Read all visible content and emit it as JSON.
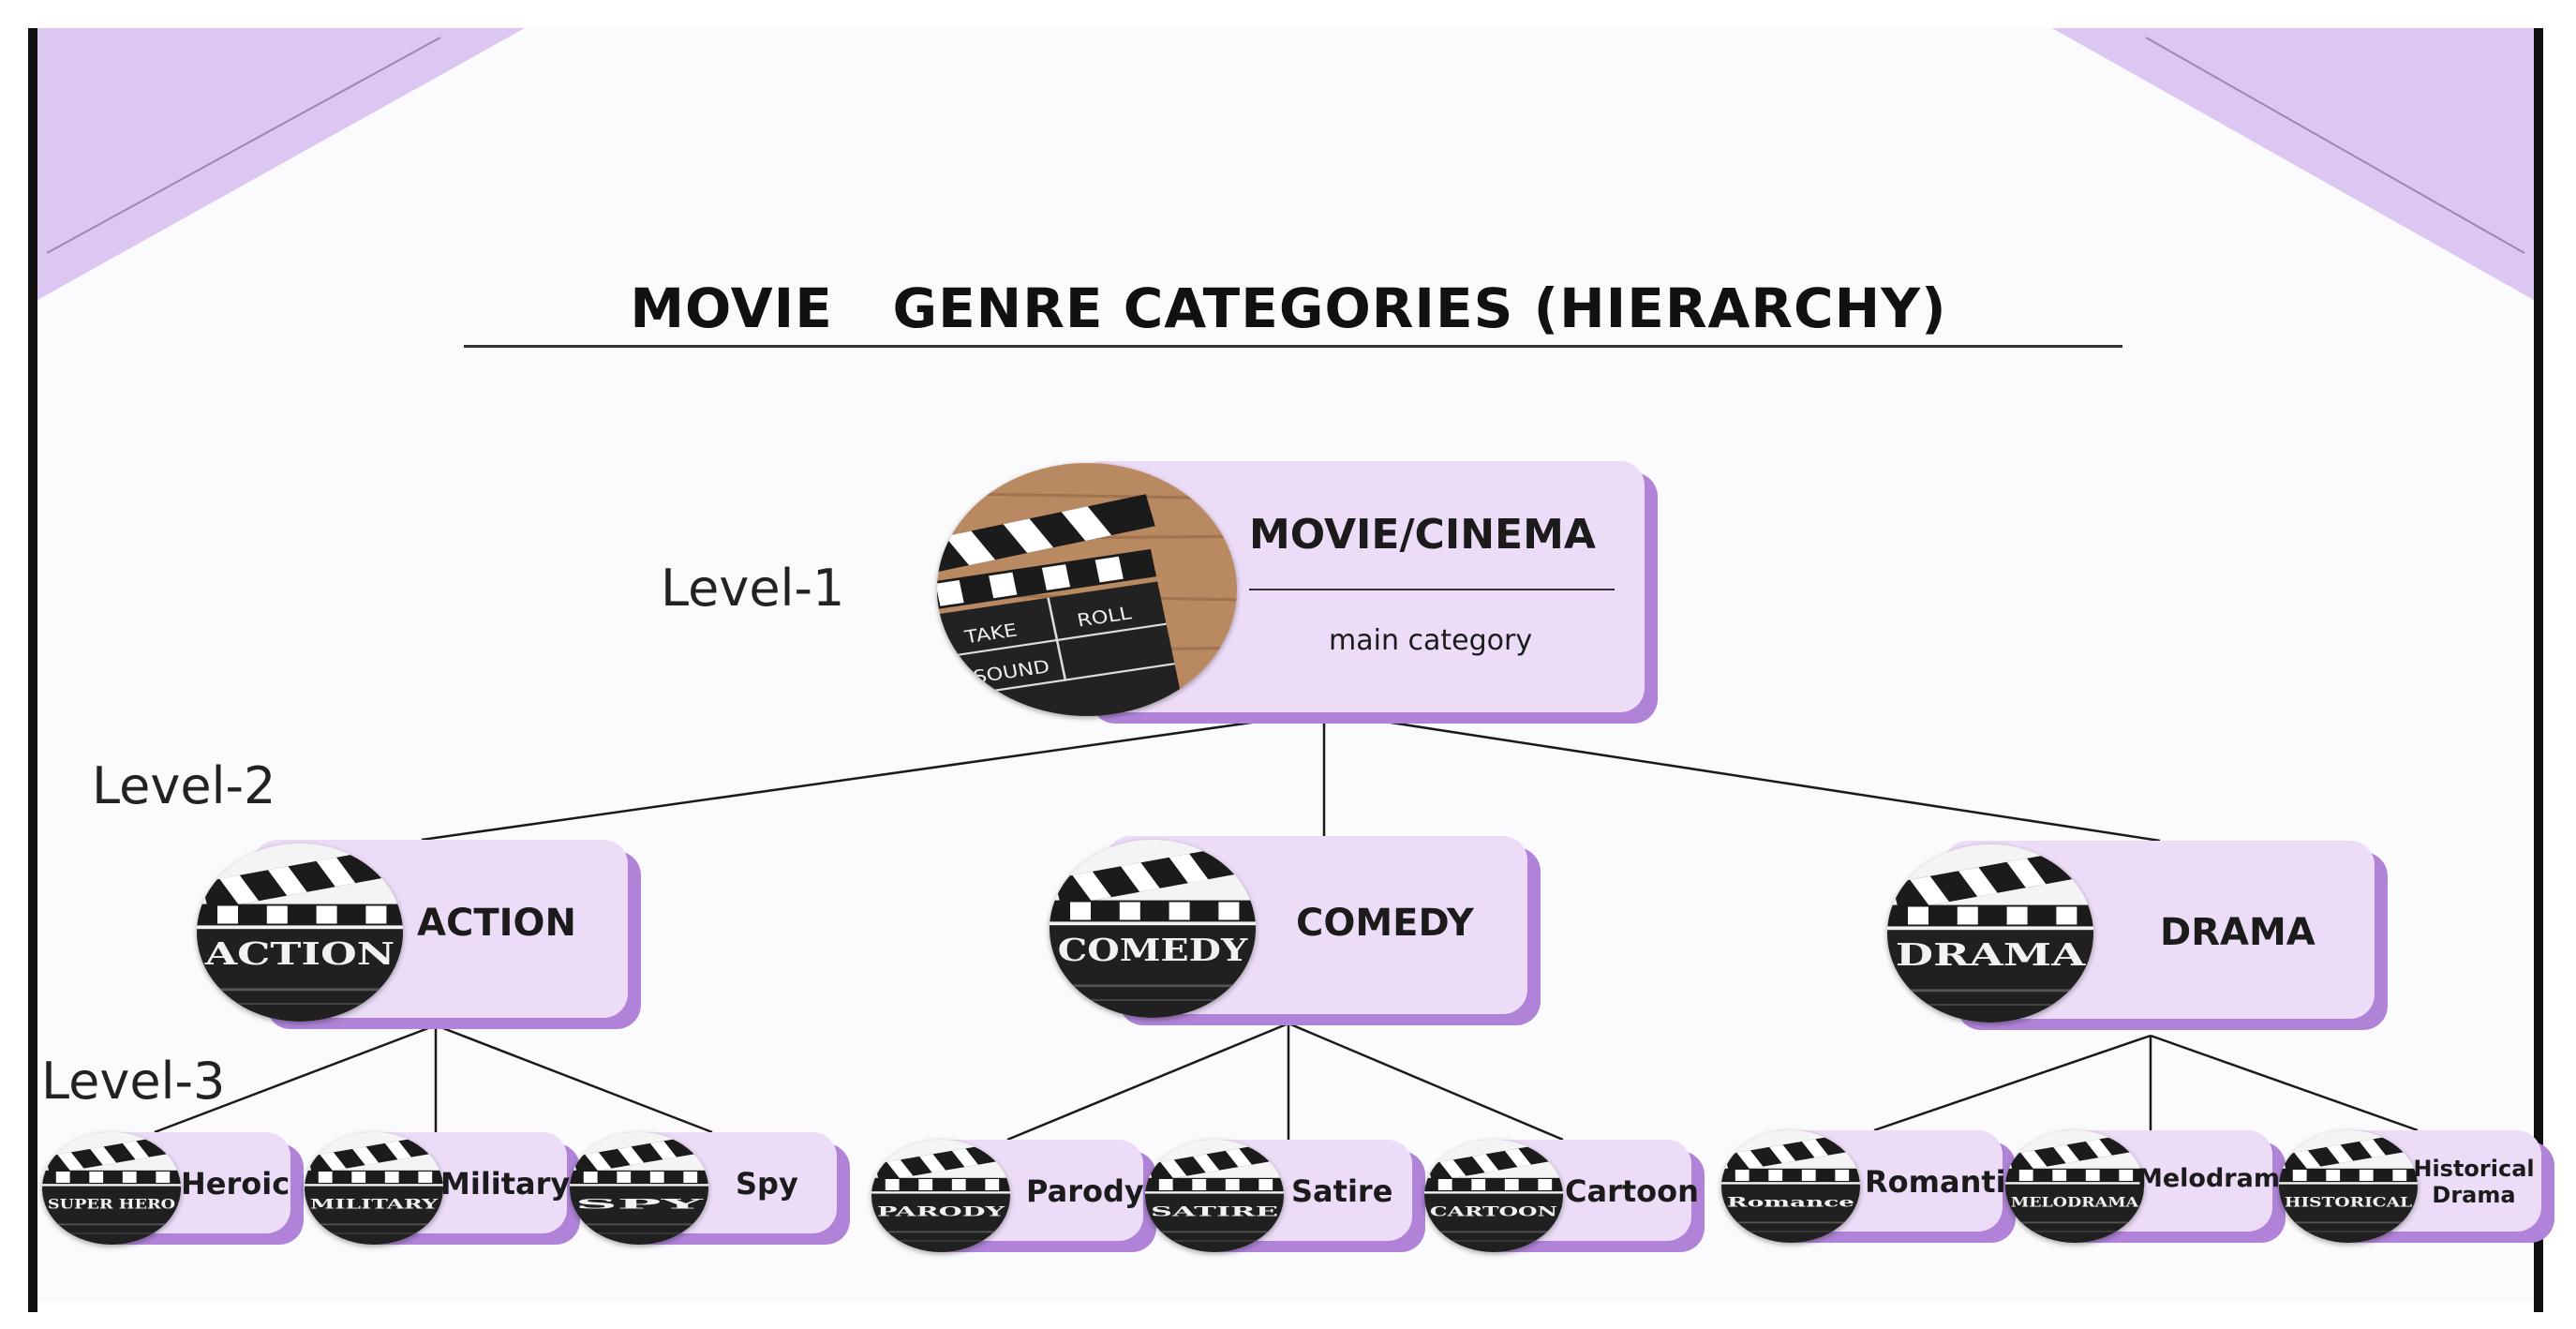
{
  "title": "MOVIE   GENRE CATEGORIES (HIERARCHY)",
  "levels": {
    "l1": "Level-1",
    "l2": "Level-2",
    "l3": "Level-3"
  },
  "root": {
    "label": "MOVIE/CINEMA",
    "subtitle": "main category",
    "slate": [
      "TAKE",
      "ROLL",
      "SOUND"
    ]
  },
  "level2": [
    {
      "label": "ACTION",
      "badge": "ACTION"
    },
    {
      "label": "COMEDY",
      "badge": "COMEDY"
    },
    {
      "label": "DRAMA",
      "badge": "DRAMA"
    }
  ],
  "level3": [
    {
      "label": "Heroic",
      "badge": "SUPER HERO"
    },
    {
      "label": "Military",
      "badge": "MILITARY"
    },
    {
      "label": "Spy",
      "badge": "SPY"
    },
    {
      "label": "Parody",
      "badge": "PARODY"
    },
    {
      "label": "Satire",
      "badge": "SATIRE"
    },
    {
      "label": "Cartoon",
      "badge": "CARTOON"
    },
    {
      "label": "Romantic",
      "badge": "Romance"
    },
    {
      "label": "Melodrama",
      "badge": "MELODRAMA"
    },
    {
      "label": "Historical Drama",
      "badge": "HISTORICAL"
    }
  ],
  "colors": {
    "node_fill": "#ecdcf7",
    "node_shadow": "#b083d8",
    "corner": "#dcc6f2",
    "line": "#1a1a1a"
  }
}
